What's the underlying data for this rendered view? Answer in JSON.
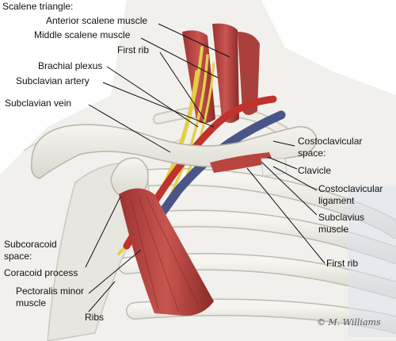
{
  "labels": {
    "scalene_triangle": "Scalene triangle:",
    "anterior_scalene": "Anterior scalene muscle",
    "middle_scalene": "Middle scalene muscle",
    "first_rib_top": "First rib",
    "brachial_plexus": "Brachial plexus",
    "subclavian_artery": "Subclavian artery",
    "subclavian_vein": "Subclavian vein",
    "costoclavicular_space_1": "Costoclavicular",
    "costoclavicular_space_2": "space:",
    "clavicle": "Clavicle",
    "costoclavicular_ligament_1": "Costoclavicular",
    "costoclavicular_ligament_2": "ligament",
    "subclavius_1": "Subclavius",
    "subclavius_2": "muscle",
    "first_rib_bottom": "First rib",
    "subcoracoid_1": "Subcoracoid",
    "subcoracoid_2": "space:",
    "coracoid_process": "Coracoid process",
    "pectoralis_minor_1": "Pectoralis minor",
    "pectoralis_minor_2": "muscle",
    "ribs": "Ribs"
  },
  "signature": "© M. Williams",
  "colors": {
    "bone": "#ecebe3",
    "bone_edge": "#bdbcb2",
    "muscle": "#b8443f",
    "muscle_dark": "#8a2a28",
    "artery": "#c0322c",
    "vein": "#4a5587",
    "nerve": "#e3cf47",
    "leader": "#111111"
  }
}
